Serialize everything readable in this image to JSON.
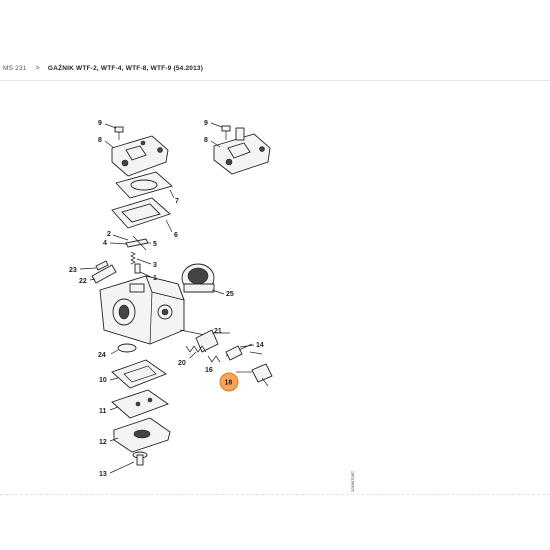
{
  "breadcrumb": {
    "parent": "MS 231",
    "separator": ">",
    "current": "GAŹNIK WTF-2, WTF-4, WTF-8, WTF-9 (54.2013)"
  },
  "diagram": {
    "labels": {
      "p9a": "9",
      "p9b": "9",
      "p8a": "8",
      "p8b": "8",
      "p7": "7",
      "p6": "6",
      "p2": "2",
      "p4": "4",
      "p5": "5",
      "p23": "23",
      "p22": "22",
      "p3": "3",
      "p1": "1",
      "p25": "25",
      "p21": "21",
      "p14": "14",
      "p20": "20",
      "p16": "16",
      "p24": "24",
      "p10": "10",
      "p11": "11",
      "p12": "12",
      "p13": "13"
    },
    "highlighted_part": "18",
    "highlight_color": "#f5a55a",
    "document_id": "2018070SC"
  }
}
